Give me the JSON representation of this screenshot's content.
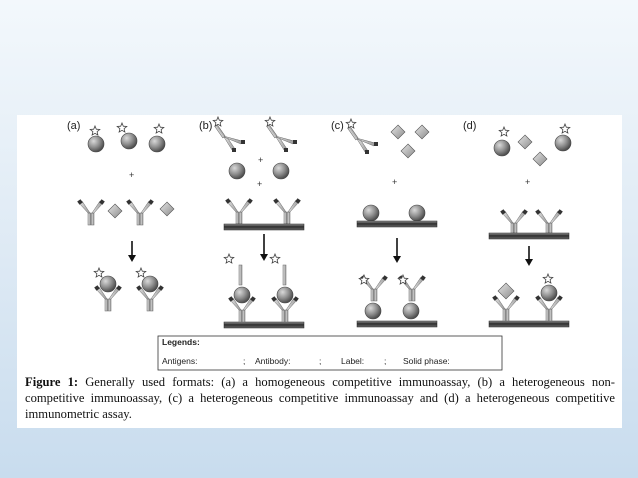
{
  "figure": {
    "panels": [
      {
        "label": "(a)"
      },
      {
        "label": "(b)"
      },
      {
        "label": "(c)"
      },
      {
        "label": "(d)"
      }
    ],
    "plus_sign": "+",
    "legend": {
      "title": "Legends:",
      "antigens_label": "Antigens:",
      "antibody_label": "Antibody:",
      "label_label": "Label:",
      "solid_phase_label": "Solid phase:",
      "separator": ";"
    },
    "caption": {
      "lead": "Figure 1:",
      "text": " Generally used formats: (a) a homogeneous competitive immunoassay, (b) a heterogeneous non-competitive immunoassay, (c) a heterogeneous competitive immunoassay and (d) a heterogeneous competitive immunometric assay."
    }
  },
  "colors": {
    "background_top": "#f3f8fc",
    "background_bottom": "#c8dcee",
    "card": "#ffffff",
    "antigen_fill": "#8c8c8c",
    "antibody_fill": "#bdbdbd",
    "solid_phase": "#555555",
    "text": "#111111"
  }
}
